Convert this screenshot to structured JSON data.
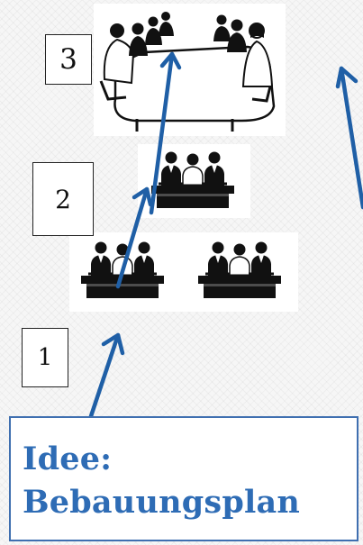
{
  "steps": [
    {
      "number": "1"
    },
    {
      "number": "2"
    },
    {
      "number": "3"
    }
  ],
  "caption": {
    "line1": "Idee:",
    "line2": "Bebauungsplan"
  },
  "colors": {
    "arrow": "#1f5fa6",
    "caption_text": "#2e6cb5",
    "caption_border": "#3f6fb0",
    "figure": "#111111"
  }
}
